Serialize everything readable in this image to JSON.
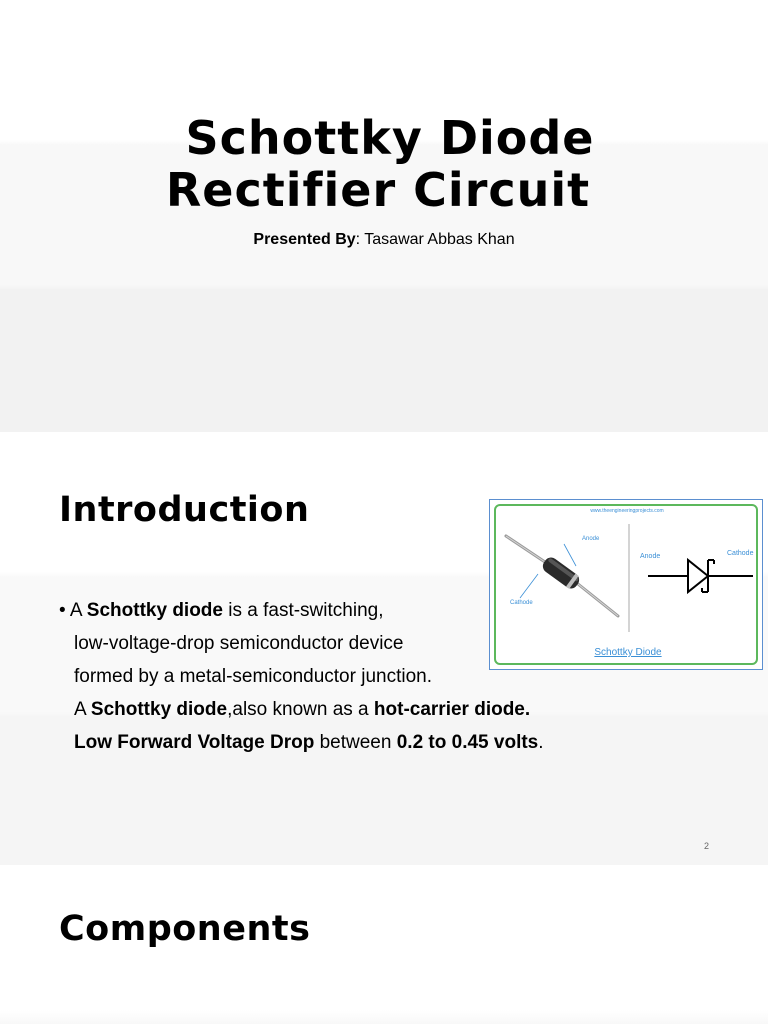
{
  "slide1": {
    "title_line1": "Schottky Diode",
    "title_line2": "Rectifier Circuit",
    "presenter_label": "Presented By",
    "presenter_sep": ": ",
    "presenter_name": "Tasawar Abbas Khan"
  },
  "slide2": {
    "heading": "Introduction",
    "body": {
      "bullet": "•",
      "l1_a": " A ",
      "l1_b": "Schottky diode",
      "l1_c": " is a fast-switching,",
      "l2": "low-voltage-drop semiconductor device",
      "l3": "formed by a metal-semiconductor junction.",
      "l4_a": "A ",
      "l4_b": "Schottky diode",
      "l4_c": ",also known as a ",
      "l4_d": "hot-carrier diode.",
      "l5_a": "Low Forward Voltage Drop",
      "l5_b": " between ",
      "l5_c": "0.2 to 0.45 volts",
      "l5_d": "."
    },
    "figure": {
      "source": "www.theengineeringprojects.com",
      "anode_photo": "Anode",
      "cathode_photo": "Cathode",
      "anode_symbol": "Anode",
      "cathode_symbol": "Cathode",
      "caption": "Schottky Diode",
      "colors": {
        "label": "#3a8fd6",
        "frame": "#5cb85c",
        "border": "#5b8fd0"
      }
    },
    "page_number": "2"
  },
  "slide3": {
    "heading": "Components"
  }
}
